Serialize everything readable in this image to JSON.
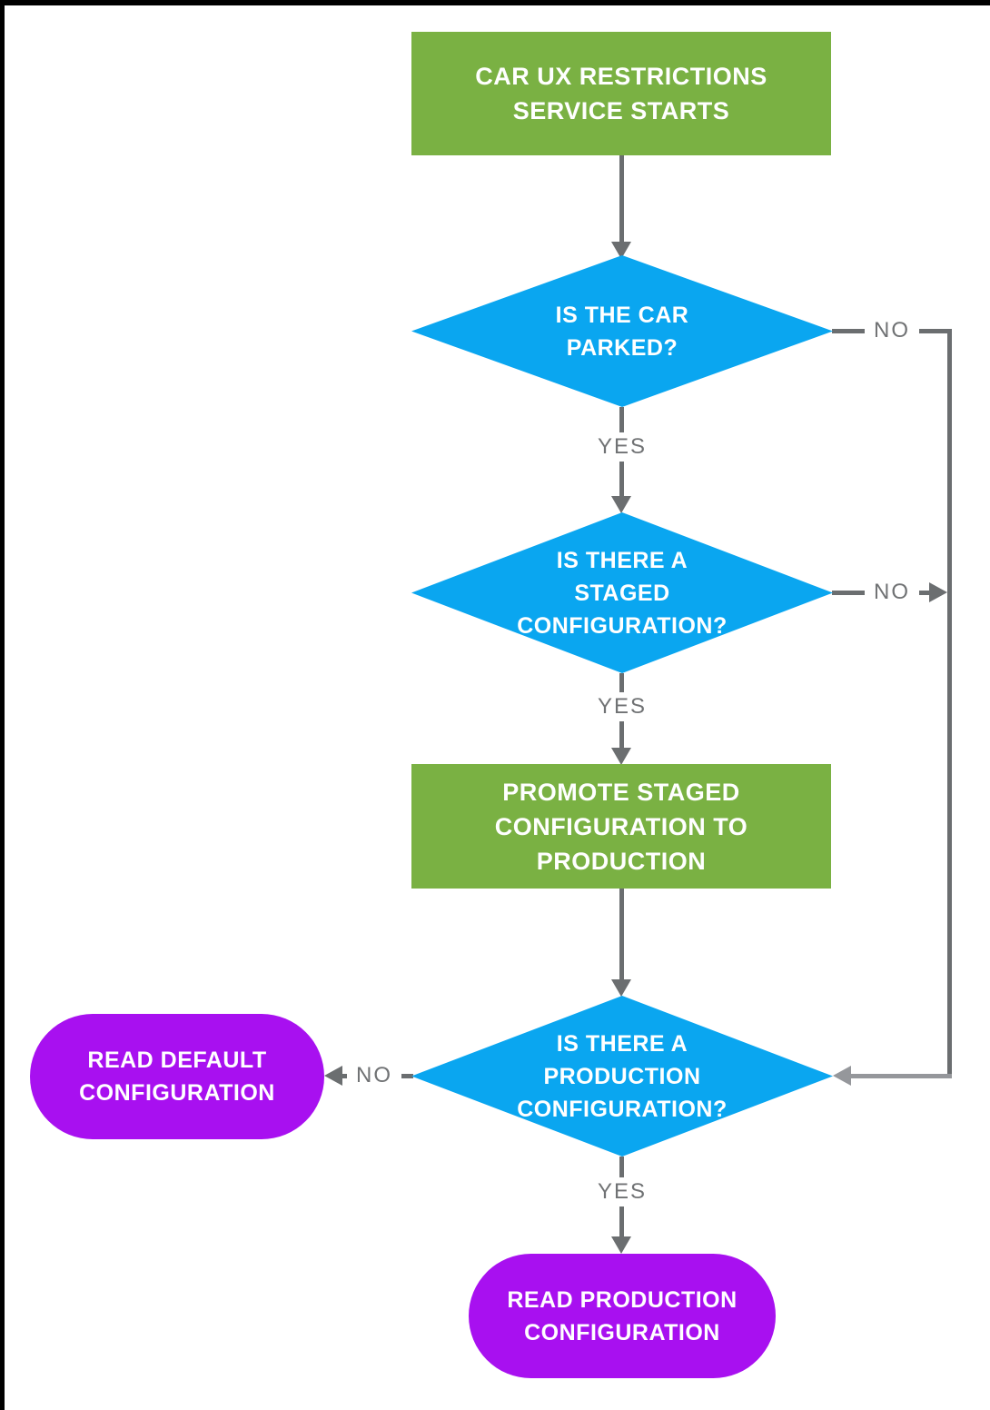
{
  "diagram": {
    "colors": {
      "process_green": "#7AB143",
      "decision_blue": "#0AA6F0",
      "terminal_purple": "#A810F0",
      "arrow_gray": "#6B6E70",
      "connector_gray": "#95979B",
      "label_gray": "#707274",
      "frame_black": "#000000",
      "node_text": "#FFFFFF"
    },
    "nodes": {
      "start": {
        "type": "process",
        "label": "CAR UX RESTRICTIONS\nSERVICE STARTS"
      },
      "is_parked": {
        "type": "decision",
        "label": "IS THE CAR\nPARKED?"
      },
      "has_staged": {
        "type": "decision",
        "label": "IS THERE A\nSTAGED\nCONFIGURATION?"
      },
      "promote": {
        "type": "process",
        "label": "PROMOTE STAGED\nCONFIGURATION TO PRODUCTION"
      },
      "has_production": {
        "type": "decision",
        "label": "IS THERE A\nPRODUCTION\nCONFIGURATION?"
      },
      "read_default": {
        "type": "terminal",
        "label": "READ DEFAULT\nCONFIGURATION"
      },
      "read_production": {
        "type": "terminal",
        "label": "READ PRODUCTION\nCONFIGURATION"
      }
    },
    "edge_labels": {
      "parked_no": "NO",
      "parked_yes": "YES",
      "staged_no": "NO",
      "staged_yes": "YES",
      "production_no": "NO",
      "production_yes": "YES"
    }
  }
}
